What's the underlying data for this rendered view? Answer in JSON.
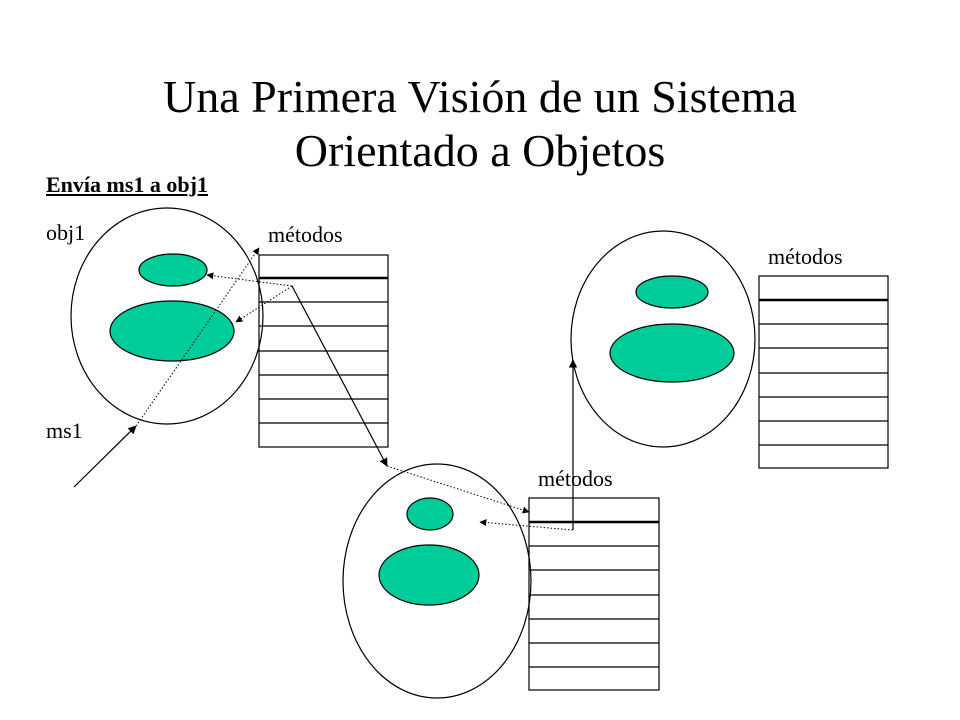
{
  "slide": {
    "title_line1": "Una Primera Visión de un Sistema",
    "title_line2": "Orientado a Objetos",
    "subtitle": "Envía ms1 a obj1"
  },
  "labels": {
    "object_name": "obj1",
    "message_name": "ms1",
    "methods_label": "métodos"
  },
  "colors": {
    "attribute_fill": "#00cc99",
    "outline": "#000000"
  }
}
